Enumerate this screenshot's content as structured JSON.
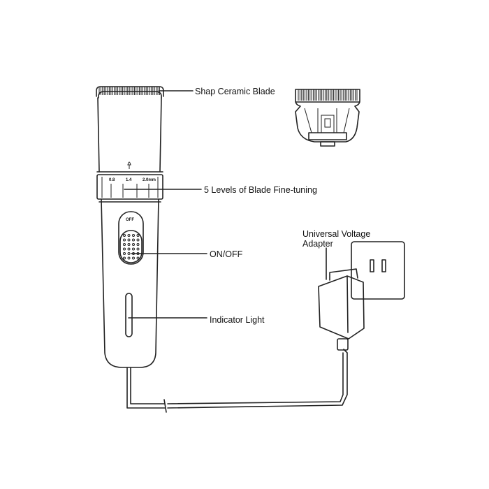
{
  "labels": {
    "blade": "Shap Ceramic Blade",
    "fine_tuning": "5 Levels of Blade Fine-tuning",
    "on_off": "ON/OFF",
    "indicator": "Indicator Light",
    "adapter_line1": "Universal Voltage",
    "adapter_line2": "Adapter"
  },
  "dial": {
    "mark1": "0.8",
    "mark2": "1.4",
    "mark3": "2.0mm"
  },
  "switch": {
    "off": "OFF"
  }
}
